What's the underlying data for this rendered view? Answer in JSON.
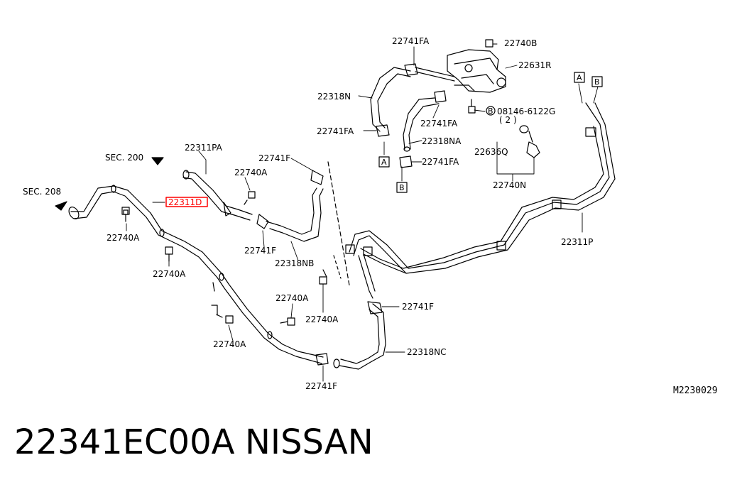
{
  "labels": {
    "sec200": "SEC. 200",
    "sec208": "SEC. 208",
    "p22311PA": "22311PA",
    "p22311D": "22311D",
    "p22740A_1": "22740A",
    "p22740A_2": "22740A",
    "p22740A_3": "22740A",
    "p22740A_4": "22740A",
    "p22740A_5": "22740A",
    "p22740A_6": "22740A",
    "p22741F_1": "22741F",
    "p22741F_2": "22741F",
    "p22741F_3": "22741F",
    "p22741F_4": "22741F",
    "p22318NB": "22318NB",
    "p22318NC": "22318NC",
    "p22741FA_1": "22741FA",
    "p22741FA_2": "22741FA",
    "p22741FA_3": "22741FA",
    "p22741FA_4": "22741FA",
    "p22740B": "22740B",
    "p22631R": "22631R",
    "p22318N": "22318N",
    "p22318NA": "22318NA",
    "p08146": "08146-6122G",
    "p08146_qty": "( 2 )",
    "bolt_marker": "B",
    "p22636Q": "22636Q",
    "p22740N": "22740N",
    "p22311P": "22311P",
    "box_a_1": "A",
    "box_b_1": "B",
    "box_a_2": "A",
    "box_b_2": "B"
  },
  "highlighted_part": "22311D",
  "highlight_color": "#ff0000",
  "diagram_code": "M2230029",
  "part_number": "22341EC00A",
  "brand": "NISSAN"
}
